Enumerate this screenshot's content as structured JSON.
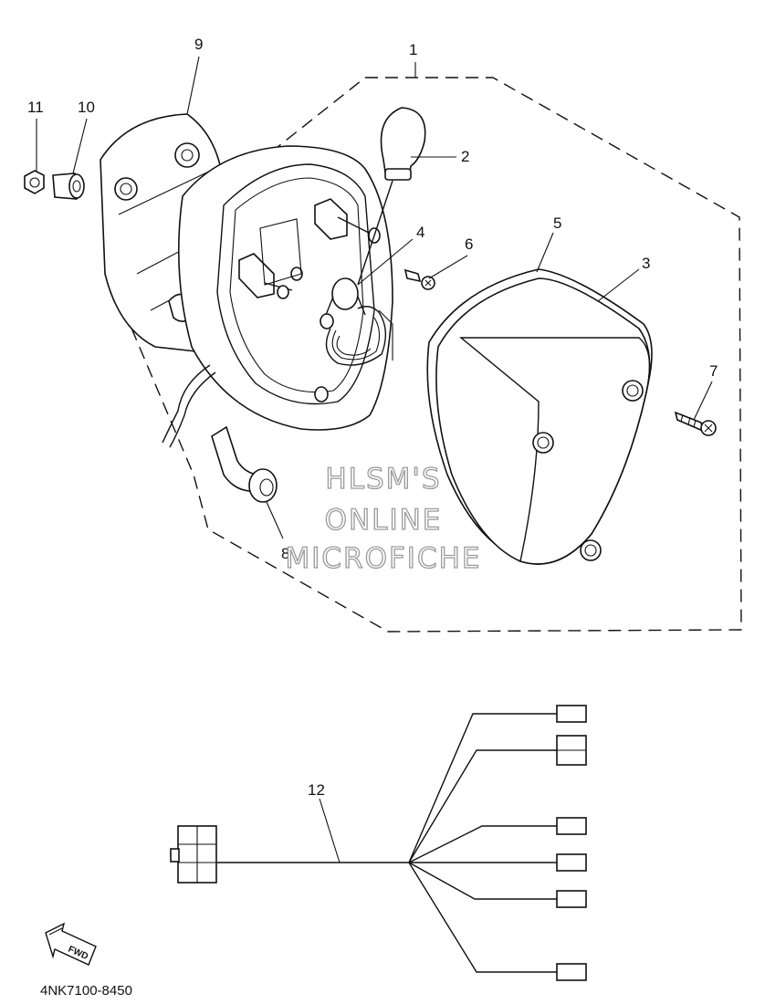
{
  "callouts": {
    "c1": "1",
    "c2": "2",
    "c3": "3",
    "c4": "4",
    "c5": "5",
    "c6": "6",
    "c7": "7",
    "c8": "8",
    "c9": "9",
    "c10": "10",
    "c11": "11",
    "c12": "12"
  },
  "watermark": {
    "line1": "HLSM'S",
    "line2": "ONLINE",
    "line3": "MICROFICHE"
  },
  "direction_arrow": {
    "label": "FWD"
  },
  "part_code": "4NK7100-8450"
}
